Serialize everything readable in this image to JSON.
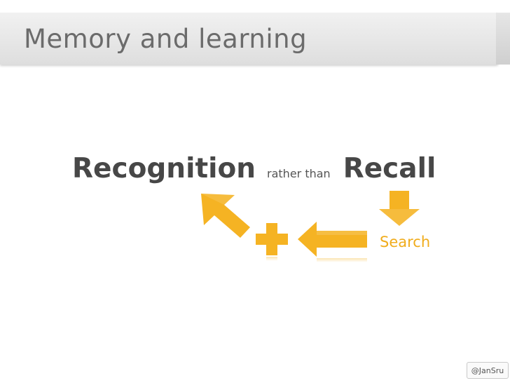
{
  "slide": {
    "title": "Memory and learning",
    "credit": "@JanSru"
  },
  "headline": {
    "word_left": "Recognition",
    "connector": "rather than",
    "word_right": "Recall"
  },
  "diagram": {
    "step_label": "Search",
    "accent_color": "#f5b323",
    "text_accent_color": "#f0ac1c",
    "icons": [
      "arrow-down-icon",
      "arrow-left-icon",
      "plus-icon",
      "arrow-up-left-icon"
    ]
  }
}
